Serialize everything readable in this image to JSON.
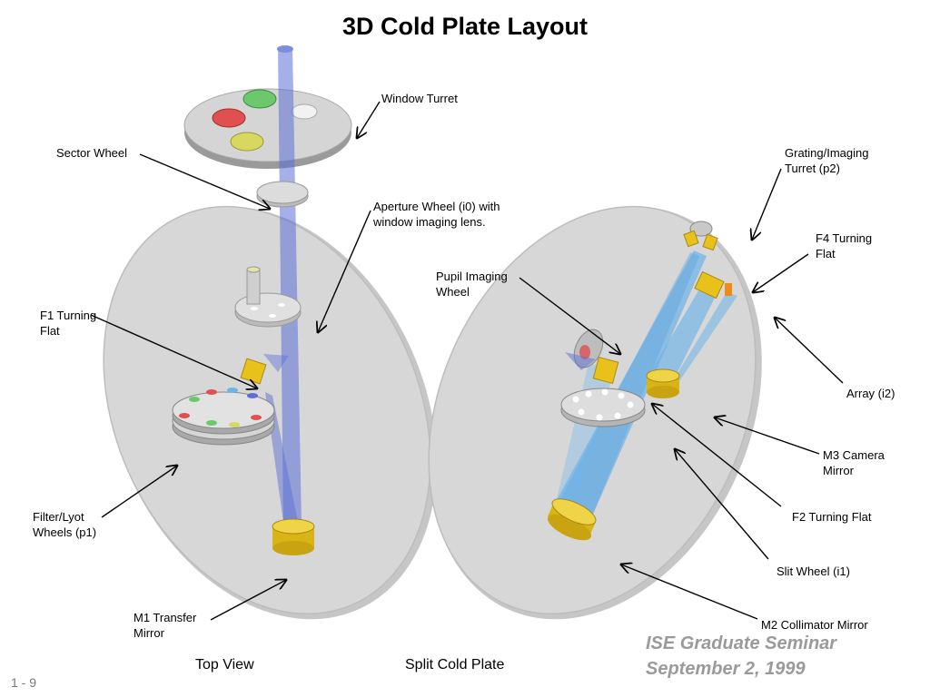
{
  "title": "3D Cold Plate Layout",
  "labels": {
    "window_turret": "Window Turret",
    "sector_wheel": "Sector Wheel",
    "aperture_wheel": "Aperture Wheel (i0) with\nwindow imaging lens.",
    "f1_turning_flat": "F1 Turning\nFlat",
    "filter_lyot_wheels": "Filter/Lyot\nWheels (p1)",
    "m1_transfer_mirror": "M1 Transfer\nMirror",
    "grating_imaging_turret": "Grating/Imaging\nTurret (p2)",
    "f4_turning_flat": "F4 Turning\nFlat",
    "pupil_imaging_wheel": "Pupil Imaging\nWheel",
    "array": "Array (i2)",
    "m3_camera_mirror": "M3 Camera\nMirror",
    "f2_turning_flat": "F2 Turning Flat",
    "slit_wheel": "Slit Wheel (i1)",
    "m2_collimator_mirror": "M2 Collimator Mirror"
  },
  "captions": {
    "top_view": "Top View",
    "split_cold_plate": "Split Cold Plate"
  },
  "seminar": {
    "line1": "ISE Graduate Seminar",
    "line2": "September 2, 1999"
  },
  "page_number": "1 - 9",
  "colors": {
    "plate": "#d4d4d4",
    "beam_blue": "#5b6fd6",
    "beam_light_blue": "#6cb4ea",
    "mirror_gold": "#e8c21a",
    "filter_red": "#e05050",
    "filter_green": "#6cc86c",
    "filter_yellow": "#d8d860"
  }
}
